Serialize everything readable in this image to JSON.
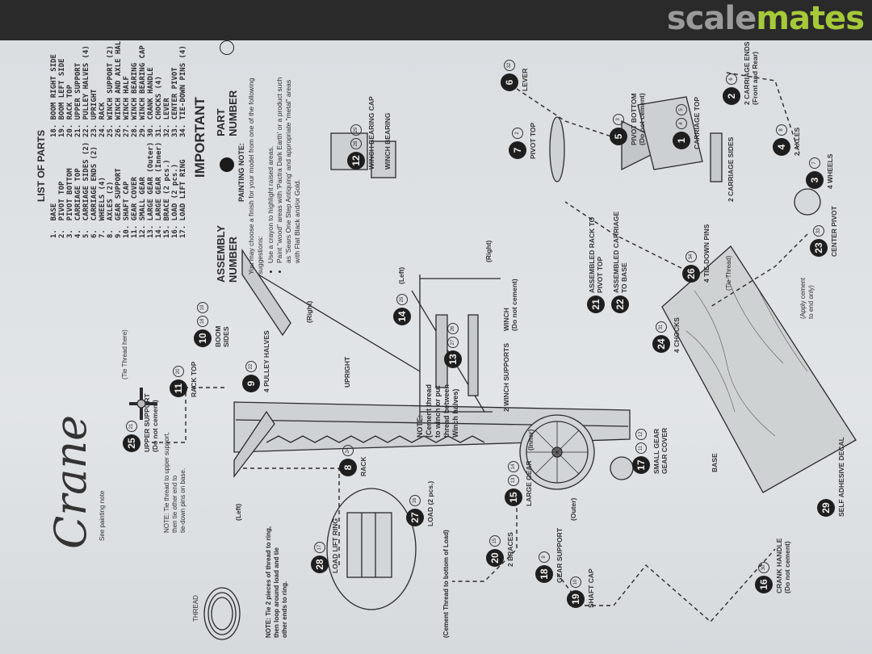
{
  "watermark": {
    "part1": "scale",
    "part2": "mates"
  },
  "title": "Crane",
  "subtitle": "See painting note",
  "parts_list": {
    "heading": "LIST OF PARTS",
    "col1": [
      "1.  BASE",
      "2.  PIVOT TOP",
      "3.  PIVOT BOTTOM",
      "4.  CARRIAGE TOP",
      "5.  CARRIAGE SIDES (2)",
      "6.  CARRIAGE ENDS (2)",
      "7.  WHEELS (4)",
      "8.  AXLES (2)",
      "9.  GEAR SUPPORT",
      "10. SHAFT CAP",
      "11. GEAR COVER",
      "12. SMALL GEAR",
      "13. LARGE GEAR (Outer)",
      "14. LARGE GEAR (Inner)",
      "15. BRACE (2 pcs.)",
      "16. LOAD (2 pcs.)",
      "17. LOAD LIFT RING"
    ],
    "col2": [
      "18. BOOM RIGHT SIDE",
      "19. BOOM LEFT SIDE",
      "20. RACK TOP",
      "21. UPPER SUPPORT",
      "22. PULLEY HALVES (4)",
      "23. UPRIGHT",
      "24. RACK",
      "25. WINCH SUPPORT (2)",
      "26. WINCH AND AXLE HALF",
      "27. WINCH HALF",
      "28. WINCH BEARING",
      "29. WINCH BEARING CAP",
      "30. CRANK HANDLE",
      "31. CHOCKS (4)",
      "32. LEVER",
      "33. CENTER PIVOT",
      "34. TIE-DOWN PINS (4)"
    ]
  },
  "important": {
    "heading": "IMPORTANT",
    "assembly_label": "ASSEMBLY NUMBER",
    "part_label": "PART NUMBER"
  },
  "painting_note": {
    "heading": "PAINTING NOTE:",
    "intro": "You may choose a finish for your model from one of the following suggestions:",
    "bullets": [
      "Use a crayon to highlight raised areas.",
      "Paint \"wood\" areas with 'Pactra Dark Earth' or a product such as 'Sears One Step Antiquing' and appropriate \"metal\" areas with Flat Black and/or Gold."
    ]
  },
  "notes": {
    "upper_support": "NOTE: Tie thread to upper support,\nthen tie other end to\ntie-down pins on base.",
    "load_ring": "NOTE: Tie 2 pieces of thread to ring,\nthen loop around load and tie\nother ends to ring.",
    "winch": "NOTE:\n(Cement thread\nto winch or put\nthread between\nWinch halves)",
    "load_bottom": "(Cement Thread to bottom of Load)",
    "thread": "THREAD",
    "tie_thread_here": "(Tie Thread here)",
    "tie_thread": "(Tie Thread)",
    "apply_cement": "(Apply cement\nto end only)"
  },
  "labels": {
    "left": "(Left)",
    "right": "(Right)",
    "left2": "(Left)",
    "right2": "(Right)",
    "upright": "UPRIGHT",
    "winch_supports": "2 WINCH SUPPORTS",
    "winch": "WINCH\n(Do not cement)",
    "inner": "(Inner)",
    "outer": "(Outer)",
    "base": "BASE",
    "carriage_sides": "2 CARRIAGE SIDES"
  },
  "callouts": [
    {
      "n": "25",
      "parts": [
        "21"
      ],
      "label": "UPPER SUPPORT\n(Do not cement)"
    },
    {
      "n": "11",
      "parts": [
        "20"
      ],
      "label": "RACK TOP"
    },
    {
      "n": "10",
      "parts": [
        "18",
        "19"
      ],
      "label": "BOOM\nSIDES"
    },
    {
      "n": "9",
      "parts": [
        "22"
      ],
      "label": "4 PULLEY HALVES"
    },
    {
      "n": "8",
      "parts": [
        "24"
      ],
      "label": "RACK"
    },
    {
      "n": "27",
      "parts": [
        "16"
      ],
      "label": "LOAD (2 pcs.)"
    },
    {
      "n": "28",
      "parts": [
        "17"
      ],
      "label": "LOAD LIFT RING"
    },
    {
      "n": "13",
      "parts": [
        "27",
        "26"
      ],
      "label": ""
    },
    {
      "n": "14",
      "parts": [
        "25"
      ],
      "label": ""
    },
    {
      "n": "12",
      "parts": [
        "28",
        "29"
      ],
      "label": "WINCH BEARING CAP\n\nWINCH BEARING"
    },
    {
      "n": "7",
      "parts": [
        "2"
      ],
      "label": "PIVOT TOP"
    },
    {
      "n": "6",
      "parts": [
        "32"
      ],
      "label": "LEVER"
    },
    {
      "n": "5",
      "parts": [
        "3"
      ],
      "label": "PIVOT BOTTOM\n(Do not cement)"
    },
    {
      "n": "1",
      "parts": [
        "4",
        "5"
      ],
      "label": "CARRIAGE TOP"
    },
    {
      "n": "2",
      "parts": [
        "6"
      ],
      "label": "2 CARRIAGE ENDS\n(Front and Rear)"
    },
    {
      "n": "4",
      "parts": [
        "8"
      ],
      "label": "2 AXLES"
    },
    {
      "n": "3",
      "parts": [
        "7"
      ],
      "label": "4 WHEELS"
    },
    {
      "n": "23",
      "parts": [
        "33"
      ],
      "label": "CENTER PIVOT"
    },
    {
      "n": "21",
      "parts": [],
      "label": "ASSEMBLED RACK TO\nPIVOT TOP"
    },
    {
      "n": "22",
      "parts": [],
      "label": "ASSEMBLED CARRIAGE\nTO BASE"
    },
    {
      "n": "26",
      "parts": [
        "34"
      ],
      "label": "4 TIE-DOWN PINS"
    },
    {
      "n": "24",
      "parts": [
        "31"
      ],
      "label": "4 CHOCKS"
    },
    {
      "n": "17",
      "parts": [
        "11",
        "12"
      ],
      "label": "SMALL GEAR\nGEAR COVER"
    },
    {
      "n": "15",
      "parts": [
        "13",
        "14"
      ],
      "label": "LARGE GEAR"
    },
    {
      "n": "20",
      "parts": [
        "15"
      ],
      "label": "2 BRACES"
    },
    {
      "n": "18",
      "parts": [
        "9"
      ],
      "label": "GEAR SUPPORT"
    },
    {
      "n": "19",
      "parts": [
        "10"
      ],
      "label": "SHAFT CAP"
    },
    {
      "n": "16",
      "parts": [
        "30"
      ],
      "label": "CRANK HANDLE\n(Do not cement)"
    },
    {
      "n": "29",
      "parts": [],
      "label": "SELF ADHESIVE DECAL"
    }
  ]
}
